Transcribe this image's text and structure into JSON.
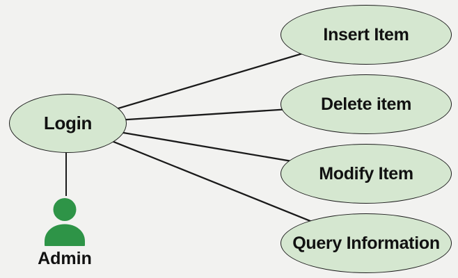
{
  "diagram": {
    "type": "use-case-diagram",
    "actor": {
      "name": "Admin"
    },
    "use_cases": [
      {
        "id": "login",
        "label": "Login"
      },
      {
        "id": "insert-item",
        "label": "Insert Item"
      },
      {
        "id": "delete-item",
        "label": "Delete item"
      },
      {
        "id": "modify-item",
        "label": "Modify Item"
      },
      {
        "id": "query-information",
        "label": "Query Information"
      }
    ],
    "connections": [
      {
        "from": "Admin",
        "to": "Login"
      },
      {
        "from": "Login",
        "to": "Insert Item"
      },
      {
        "from": "Login",
        "to": "Delete item"
      },
      {
        "from": "Login",
        "to": "Modify Item"
      },
      {
        "from": "Login",
        "to": "Query Information"
      }
    ],
    "colors": {
      "background": "#f2f2f0",
      "ellipse_fill": "#d5e7d0",
      "ellipse_border": "#1c1c1c",
      "connector": "#1a1a1a",
      "actor": "#2e9447",
      "text": "#111111"
    }
  }
}
